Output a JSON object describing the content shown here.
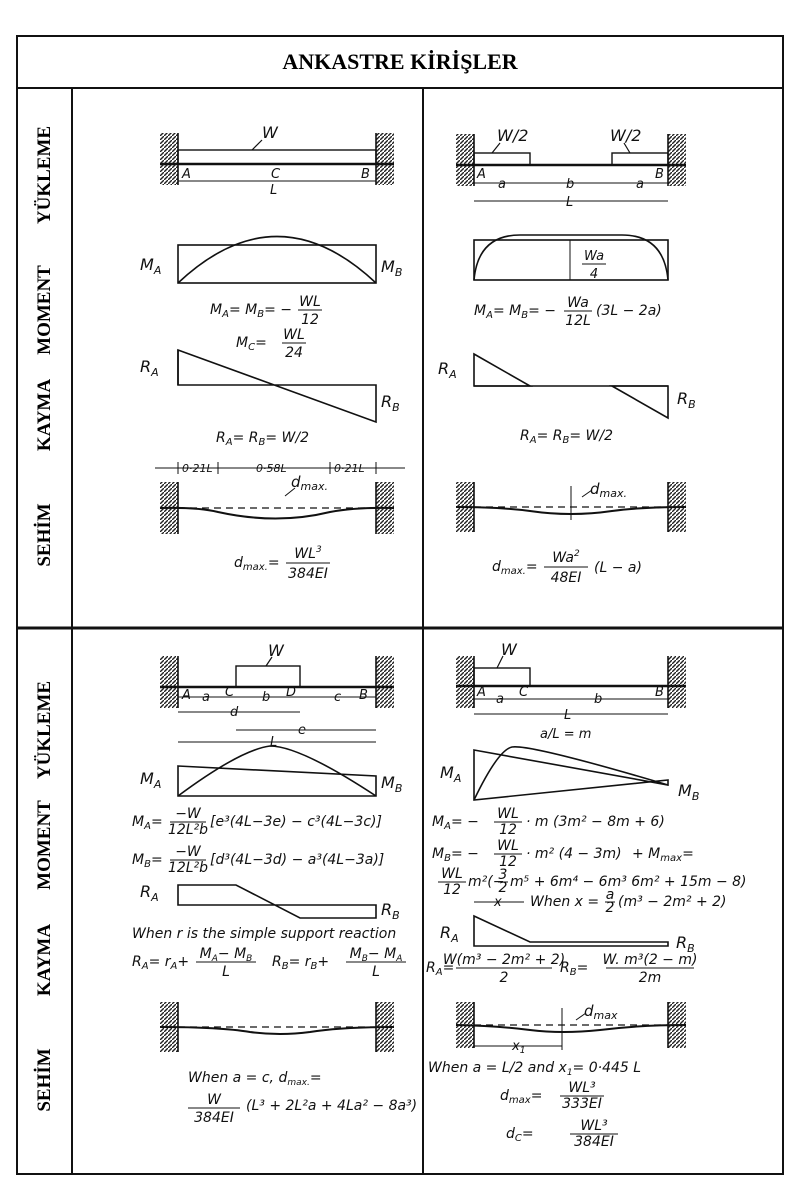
{
  "title": "ANKASTRE KİRİŞLER",
  "sections": [
    "YÜKLEME",
    "MOMENT",
    "KAYMA",
    "SEHİM"
  ],
  "labels": {
    "W": "W",
    "W2": "W/2",
    "A": "A",
    "B": "B",
    "C": "C",
    "D": "D",
    "L": "L",
    "a": "a",
    "b": "b",
    "c": "c",
    "d": "d",
    "e": "e",
    "x": "x",
    "x1": "x",
    "MA": "M",
    "MB": "M",
    "RA": "R",
    "RB": "R",
    "sA": "A",
    "sB": "B",
    "dmax": "d",
    "max": "max.",
    "dmax2": "max",
    "wa": "Wa",
    "four": "4",
    "aL": "a/L = m",
    "d021a": "0·21L",
    "d058": "0·58L",
    "d021b": "0·21L"
  },
  "p1": {
    "mom1": "M",
    "mom1b": "A",
    "mom1c": "= M",
    "mom1d": "B",
    "mom1e": "= −",
    "mom1f": "WL",
    "mom1g": "12",
    "mom2": "M",
    "mom2b": "C",
    "mom2c": "=",
    "mom2d": "WL",
    "mom2e": "24",
    "shear": "R",
    "shearb": "A",
    "shearc": "= R",
    "sheard": "B",
    "sheare": "= W/2",
    "def1": "d",
    "def1b": "max.",
    "def1c": "=",
    "def1d": "WL",
    "def1e": "3",
    "def1f": "384EI"
  },
  "p2": {
    "mom1": "M",
    "mom1b": "A",
    "mom1c": "= M",
    "mom1d": "B",
    "mom1e": "= −",
    "mom1f": "Wa",
    "mom1g": "12L",
    "mom1h": "(3L − 2a)",
    "shear": "R",
    "shearb": "A",
    "shearc": "= R",
    "sheard": "B",
    "sheare": "= W/2",
    "def1": "d",
    "def1b": "max.",
    "def1c": "=",
    "def1d": "Wa",
    "def1e": "2",
    "def1f": "48EI",
    "def1g": "(L − a)"
  },
  "p3": {
    "mA": "M",
    "mAb": "A",
    "mAc": "=",
    "mAd": "−W",
    "mAe": "12L²b",
    "mAf": "[e³(4L−3e) − c³(4L−3c)]",
    "mB": "M",
    "mBb": "B",
    "mBc": "=",
    "mBd": "−W",
    "mBe": "12L²b",
    "mBf": "[d³(4L−3d) − a³(4L−3a)]",
    "note": "When r is the simple support reaction",
    "rA": "R",
    "rAb": "A",
    "rAc": "= r",
    "rAd": "A",
    "rAe": "+",
    "rAf": "M",
    "rAg": "A",
    "rAh": "− M",
    "rAi": "B",
    "rAj": "L",
    "rB": "R",
    "rBb": "B",
    "rBc": "= r",
    "rBd": "B",
    "rBe": "+",
    "rBf": "M",
    "rBg": "B",
    "rBh": "− M",
    "rBi": "A",
    "rBj": "L",
    "def1": "When  a = c,  d",
    "def1b": "max.",
    "def1c": "=",
    "def2": "W",
    "def2b": "384EI",
    "def2c": "(L³ + 2L²a + 4La² − 8a³)"
  },
  "p4": {
    "mA": "M",
    "mAb": "A",
    "mAc": "= −",
    "mAd": "WL",
    "mAe": "12",
    "mAf": "· m  (3m² − 8m + 6)",
    "mB": "M",
    "mBb": "B",
    "mBc": "= −",
    "mBd": "WL",
    "mBe": "12",
    "mBf": "· m² (4 − 3m)",
    "mBg": "+ M",
    "mBh": "max",
    "mBi": "=",
    "mx": "WL",
    "mxb": "12",
    "mxc": "m²(−",
    "mxd": "3",
    "mxe": "2",
    "mxf": "m⁵ + 6m⁴ − 6m³ 6m² + 15m − 8)",
    "when": "When  x =",
    "whenb": "a",
    "whenc": "2",
    "whend": "(m³ − 2m² + 2)",
    "rA": "R",
    "rAb": "A",
    "rAc": "=",
    "rAd": "W(m³ − 2m² + 2)",
    "rAe": "2",
    "rB": "R",
    "rBb": "B",
    "rBc": "=",
    "rBd": "W. m³(2 − m)",
    "rBe": "2m",
    "def0": "When a = L/2  and  x",
    "def0b": "1",
    "def0c": "= 0·445 L",
    "def1": "d",
    "def1b": "max",
    "def1c": "=",
    "def1d": "WL³",
    "def1e": "333EI",
    "def2": "d",
    "def2b": "C",
    "def2c": "=",
    "def2d": "WL³",
    "def2e": "384EI"
  }
}
